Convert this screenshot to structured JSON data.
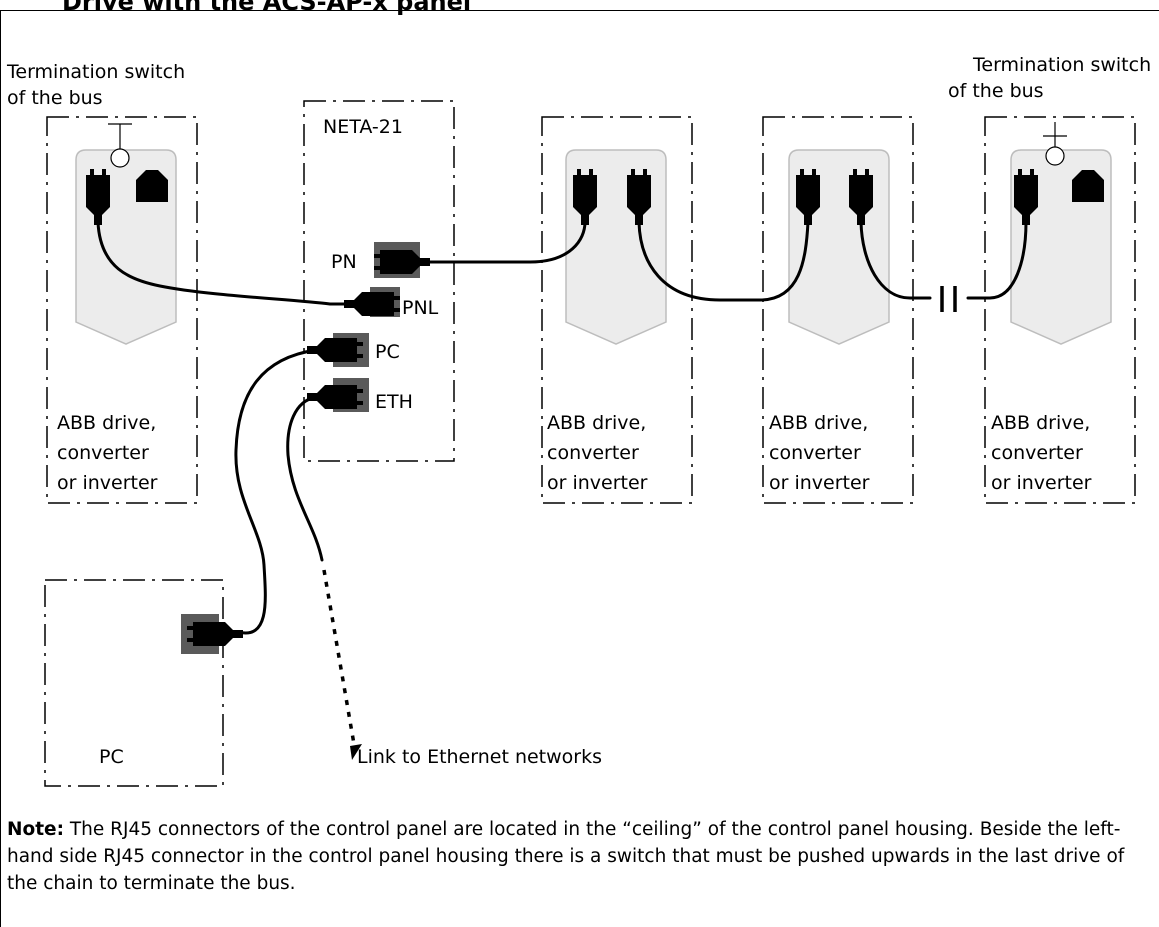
{
  "header": {
    "title": "Drive with the ACS-AP-x panel"
  },
  "termination_left": {
    "line1": "Termination switch",
    "line2": "of the bus"
  },
  "termination_right": {
    "line1": "Termination switch",
    "line2": "of the bus"
  },
  "neta": {
    "name": "NETA-21",
    "ports": {
      "pn": "PN",
      "pnl": "PNL",
      "pc": "PC",
      "eth": "ETH"
    }
  },
  "drive_label": {
    "line1": "ABB drive,",
    "line2": "converter",
    "line3": "or inverter"
  },
  "pc": {
    "label": "PC"
  },
  "ethernet_link": "Link to Ethernet networks",
  "note": {
    "prefix": "Note:",
    "text": " The RJ45 connectors of the control panel are located in the “ceiling” of the control panel housing. Beside the left-hand side RJ45 connector in the control panel housing there is a switch that must be pushed upwards in the last drive of the chain to terminate the bus."
  },
  "colors": {
    "panel_fill": "#ececec",
    "panel_stroke": "#bdbdbd",
    "port_fill": "#5a5a5a",
    "line": "#000000"
  }
}
